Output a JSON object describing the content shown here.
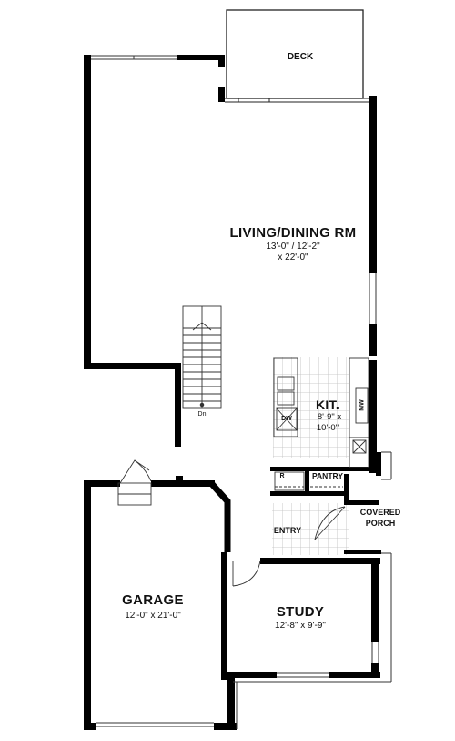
{
  "rooms": {
    "deck": {
      "name": "DECK"
    },
    "living": {
      "name": "LIVING/DINING RM",
      "dim1": "13'-0\" / 12'-2\"",
      "dim2": "x 22'-0\""
    },
    "kitchen": {
      "name": "KIT.",
      "dim1": "8'-9\" x",
      "dim2": "10'-0\""
    },
    "pantry": {
      "name": "PANTRY"
    },
    "entry": {
      "name": "ENTRY"
    },
    "porch": {
      "line1": "COVERED",
      "line2": "PORCH"
    },
    "garage": {
      "name": "GARAGE",
      "dim": "12'-0\" x 21'-0\""
    },
    "study": {
      "name": "STUDY",
      "dim": "12'-8\" x 9'-9\""
    }
  },
  "fixtures": {
    "dishwasher": "DW",
    "microwave": "MW",
    "refrigerator": "R",
    "stairs_down": "Dn"
  }
}
